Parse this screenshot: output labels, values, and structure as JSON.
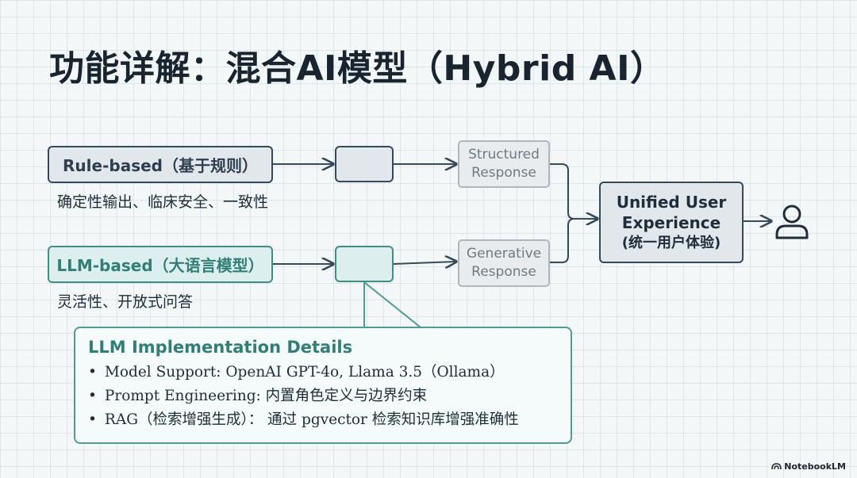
{
  "title": "功能详解：混合AI模型（Hybrid AI）",
  "rule_based": {
    "label": "Rule-based（基于规则）",
    "caption": "确定性输出、临床安全、一致性"
  },
  "llm_based": {
    "label": "LLM-based（大语言模型）",
    "caption": "灵活性、开放式问答"
  },
  "structured_response": {
    "line1": "Structured",
    "line2": "Response"
  },
  "generative_response": {
    "line1": "Generative",
    "line2": "Response"
  },
  "unified": {
    "line1": "Unified User",
    "line2": "Experience",
    "line3": "(统一用户体验)"
  },
  "details": {
    "title": "LLM Implementation Details",
    "items": [
      "Model Support: OpenAI GPT-4o, Llama 3.5（Ollama）",
      "Prompt Engineering: 内置角色定义与边界约束",
      "RAG（检索增强生成）： 通过 pgvector 检索知识库增强准确性"
    ]
  },
  "brand": "NotebookLM",
  "icons": {
    "user": "user-icon",
    "brand": "notebooklm-logo-icon"
  },
  "colors": {
    "dark_border": "#34495a",
    "teal": "#3f8d85",
    "grey_border": "#aeb7be"
  }
}
